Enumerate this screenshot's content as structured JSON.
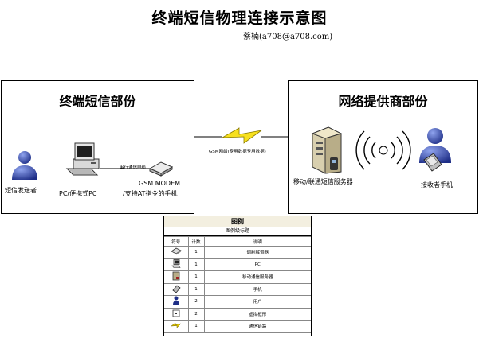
{
  "title": "终端短信物理连接示意图",
  "author": "蔡楠(a708@a708.com)",
  "left_panel": {
    "title": "终端短信部份",
    "sender_label": "短信发送者",
    "pc_label": "PC/便携式PC",
    "cable_label": "串行通信电缆",
    "modem_label_1": "GSM MODEM",
    "modem_label_2": "/支持AT指令的手机"
  },
  "right_panel": {
    "title": "网络提供商部份",
    "server_label": "移动/联通短信服务器",
    "receiver_label": "接收者手机"
  },
  "link_label": "GSM网络(专用数据专用数据)",
  "legend": {
    "title": "图例",
    "subtitle": "图例级标题",
    "headers": [
      "符号",
      "计数",
      "说明"
    ],
    "rows": [
      {
        "icon": "modem-icon",
        "count": "1",
        "desc": "调制解调器"
      },
      {
        "icon": "pc-icon",
        "count": "1",
        "desc": "PC"
      },
      {
        "icon": "server-icon",
        "count": "1",
        "desc": "移动通信服务器"
      },
      {
        "icon": "phone-icon",
        "count": "1",
        "desc": "手机"
      },
      {
        "icon": "user-icon",
        "count": "2",
        "desc": "用户"
      },
      {
        "icon": "shape-icon",
        "count": "2",
        "desc": "虚拟框形"
      },
      {
        "icon": "lightning-icon",
        "count": "1",
        "desc": "通信链路"
      }
    ]
  },
  "colors": {
    "user_blue": "#2b3f9e",
    "legend_header_bg": "#f3efe0",
    "lightning_yellow": "#f7e01e"
  }
}
